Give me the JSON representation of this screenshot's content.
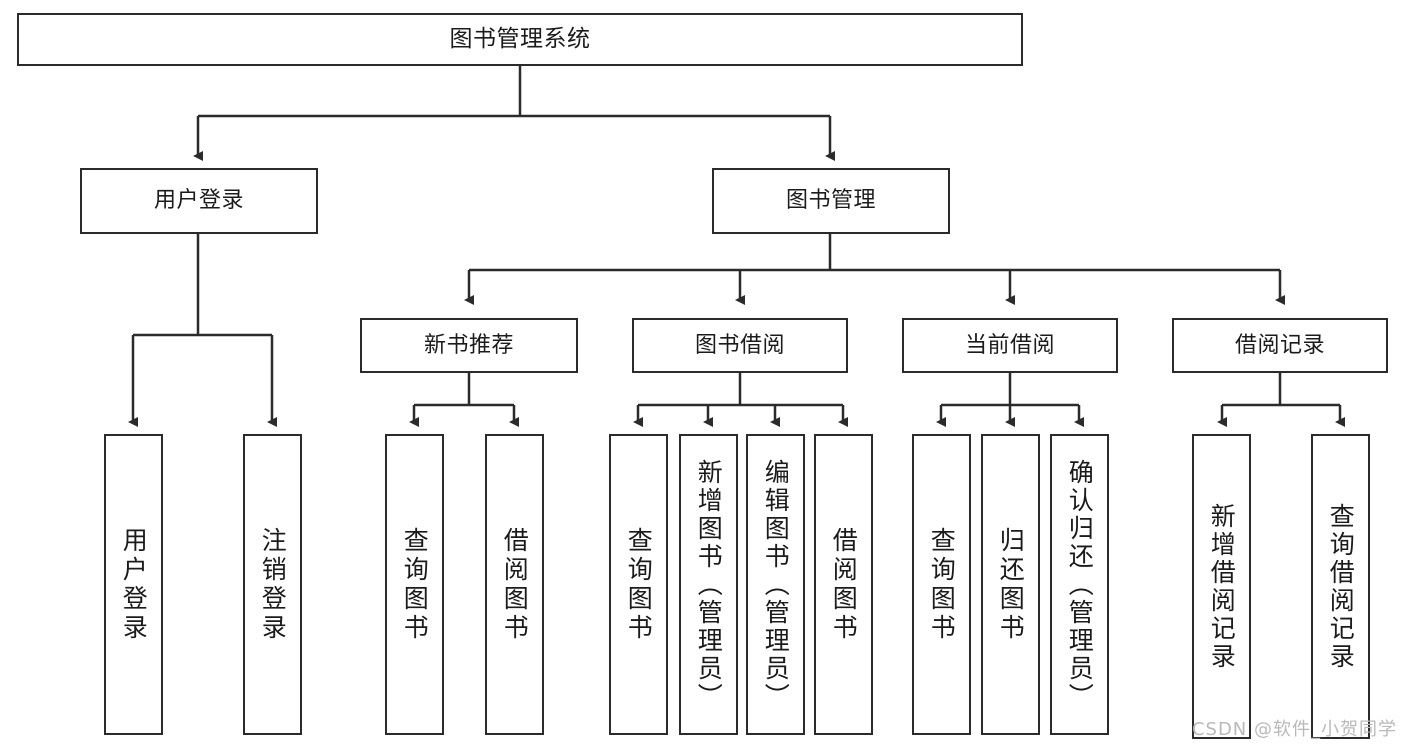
{
  "diagram": {
    "title": "图书管理系统",
    "type": "function-structure-tree",
    "colors": {
      "stroke": "#2b2b2b",
      "box_fill": "#ffffff",
      "text": "#1b1b1b",
      "background": "#ffffff",
      "watermark": "#b9b9b9"
    },
    "watermark": "CSDN @软件_小贺同学",
    "levels": {
      "root": {
        "label": "图书管理系统"
      },
      "level2": [
        {
          "id": "user-login",
          "label": "用户登录"
        },
        {
          "id": "book-management",
          "label": "图书管理"
        }
      ],
      "level3": [
        {
          "id": "new-book-recommend",
          "label": "新书推荐",
          "parent": "book-management"
        },
        {
          "id": "book-borrow",
          "label": "图书借阅",
          "parent": "book-management"
        },
        {
          "id": "current-borrow",
          "label": "当前借阅",
          "parent": "book-management"
        },
        {
          "id": "borrow-record",
          "label": "借阅记录",
          "parent": "book-management"
        }
      ],
      "leaves": [
        {
          "id": "leaf-user-login",
          "label": "用户登录",
          "parent": "user-login"
        },
        {
          "id": "leaf-user-logout",
          "label": "注销登录",
          "parent": "user-login"
        },
        {
          "id": "leaf-query-book-1",
          "label": "查询图书",
          "parent": "new-book-recommend"
        },
        {
          "id": "leaf-borrow-book-1",
          "label": "借阅图书",
          "parent": "new-book-recommend"
        },
        {
          "id": "leaf-query-book-2",
          "label": "查询图书",
          "parent": "book-borrow"
        },
        {
          "id": "leaf-add-book",
          "label": "新增图书（管理员）",
          "parent": "book-borrow"
        },
        {
          "id": "leaf-edit-book",
          "label": "编辑图书（管理员）",
          "parent": "book-borrow"
        },
        {
          "id": "leaf-borrow-book-2",
          "label": "借阅图书",
          "parent": "book-borrow"
        },
        {
          "id": "leaf-query-book-3",
          "label": "查询图书",
          "parent": "current-borrow"
        },
        {
          "id": "leaf-return-book",
          "label": "归还图书",
          "parent": "current-borrow"
        },
        {
          "id": "leaf-confirm-return",
          "label": "确认归还（管理员）",
          "parent": "current-borrow"
        },
        {
          "id": "leaf-add-record",
          "label": "新增借阅记录",
          "parent": "borrow-record"
        },
        {
          "id": "leaf-query-record",
          "label": "查询借阅记录",
          "parent": "borrow-record"
        }
      ]
    }
  }
}
